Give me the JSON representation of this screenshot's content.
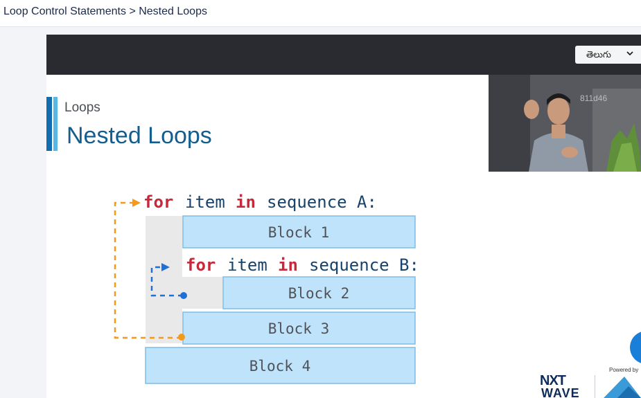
{
  "breadcrumb": "Loop Control Statements > Nested Loops",
  "language": {
    "selected": "తెలుగు"
  },
  "watermark": "811d46",
  "slide": {
    "kicker": "Loops",
    "title": "Nested Loops",
    "code": {
      "outer_kw_for": "for",
      "outer_item": "item",
      "outer_kw_in": "in",
      "outer_seq": "sequence A:",
      "inner_kw_for": "for",
      "inner_item": "item",
      "inner_kw_in": "in",
      "inner_seq": "sequence B:"
    },
    "blocks": [
      "Block 1",
      "Block 2",
      "Block 3",
      "Block 4"
    ]
  },
  "logo": {
    "line1": "NXT",
    "line2": "WAVE",
    "powered_by": "Powered by"
  },
  "colors": {
    "keyword": "#c8283a",
    "code_text": "#17426b",
    "block_fill": "#bfe3fb",
    "block_border": "#7dbbe6",
    "outer_arrow": "#f39a1b",
    "inner_arrow": "#1f6fd6",
    "title": "#135e8e"
  }
}
